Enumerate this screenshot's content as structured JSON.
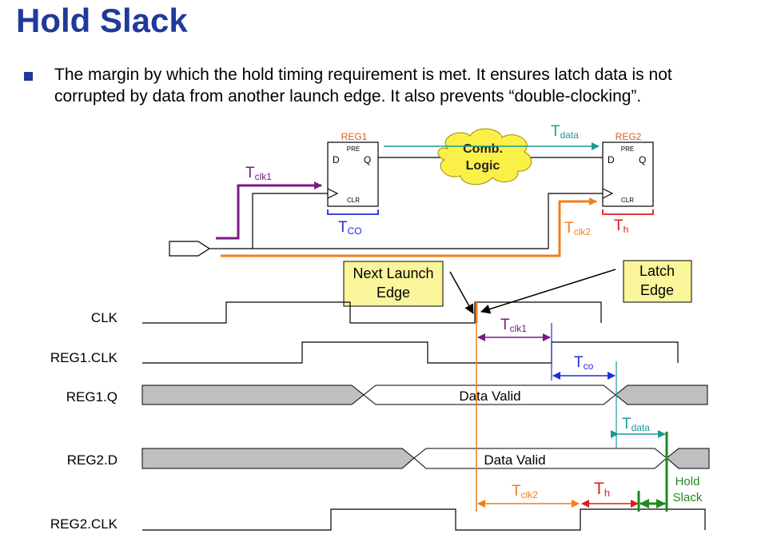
{
  "slide": {
    "title": "Hold Slack",
    "bullet_line1": "The margin by which the hold timing requirement is met.  It ensures latch data is not",
    "bullet_line2": "corrupted by data from another launch edge.  It also prevents “double-clocking”."
  },
  "schematic": {
    "reg1": {
      "name": "REG1",
      "pre": "PRE",
      "d": "D",
      "q": "Q",
      "clr": "CLR"
    },
    "reg2": {
      "name": "REG2",
      "pre": "PRE",
      "d": "D",
      "q": "Q",
      "clr": "CLR"
    },
    "cloud_line1": "Comb.",
    "cloud_line2": "Logic",
    "labels": {
      "tdata": {
        "main": "T",
        "sub": "data"
      },
      "tclk1": {
        "main": "T",
        "sub": "clk1"
      },
      "tco": {
        "main": "T",
        "sub": "CO"
      },
      "tclk2": {
        "main": "T",
        "sub": "clk2"
      },
      "th": {
        "main": "T",
        "sub": "h"
      }
    }
  },
  "callouts": {
    "next_launch_line1": "Next Launch",
    "next_launch_line2": "Edge",
    "latch_line1": "Latch",
    "latch_line2": "Edge"
  },
  "waveforms": {
    "signals": [
      "CLK",
      "REG1.CLK",
      "REG1.Q",
      "REG2.D",
      "REG2.CLK"
    ],
    "reg1q_label": "Data Valid",
    "reg2d_label": "Data Valid",
    "tclk1": {
      "main": "T",
      "sub": "clk1"
    },
    "tco": {
      "main": "T",
      "sub": "co"
    },
    "tdata": {
      "main": "T",
      "sub": "data"
    },
    "tclk2": {
      "main": "T",
      "sub": "clk2"
    },
    "th": {
      "main": "T",
      "sub": "h"
    },
    "hold_slack_line1": "Hold",
    "hold_slack_line2": "Slack"
  },
  "colors": {
    "title": "#1f3a9a",
    "purple": "#7b1a86",
    "teal": "#1a9a94",
    "blue": "#1f2fd8",
    "orange": "#f07f1a",
    "red": "#e01b1b",
    "green": "#1f8a1f",
    "reg_label": "#d2611a",
    "callout_fill": "#fbf59b",
    "cloud_fill": "#fbf048",
    "bus_gray": "#bfbfbf"
  }
}
